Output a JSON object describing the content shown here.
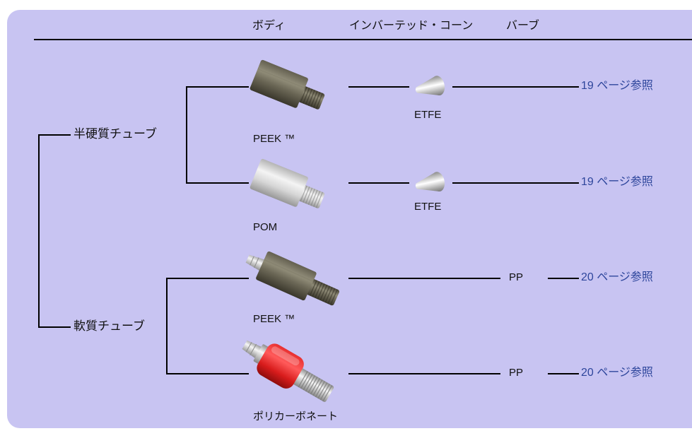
{
  "header": {
    "body": "ボディ",
    "inverted_cone": "インバーテッド・コーン",
    "barb": "バーブ"
  },
  "groups": [
    {
      "tube_label": "半硬質チューブ",
      "rows": [
        {
          "body_material": "PEEK ™",
          "body_icon": "peek-body-icon",
          "cone_material": "ETFE",
          "cone_icon": "inverted-cone-icon",
          "reference": "19 ページ参照"
        },
        {
          "body_material": "POM",
          "body_icon": "pom-body-icon",
          "cone_material": "ETFE",
          "cone_icon": "inverted-cone-icon",
          "reference": "19 ページ参照"
        }
      ]
    },
    {
      "tube_label": "軟質チューブ",
      "rows": [
        {
          "body_material": "PEEK ™",
          "body_icon": "peek-barb-fitting-icon",
          "barb_material": "PP",
          "reference": "20 ページ参照"
        },
        {
          "body_material": "ポリカーボネート",
          "body_icon": "polycarbonate-barb-fitting-icon",
          "barb_material": "PP",
          "reference": "20 ページ参照"
        }
      ]
    }
  ],
  "colors": {
    "panel_background": "#c8c4f2",
    "reference_text": "#2e469c",
    "connector_line": "#000000",
    "text": "#111111"
  }
}
